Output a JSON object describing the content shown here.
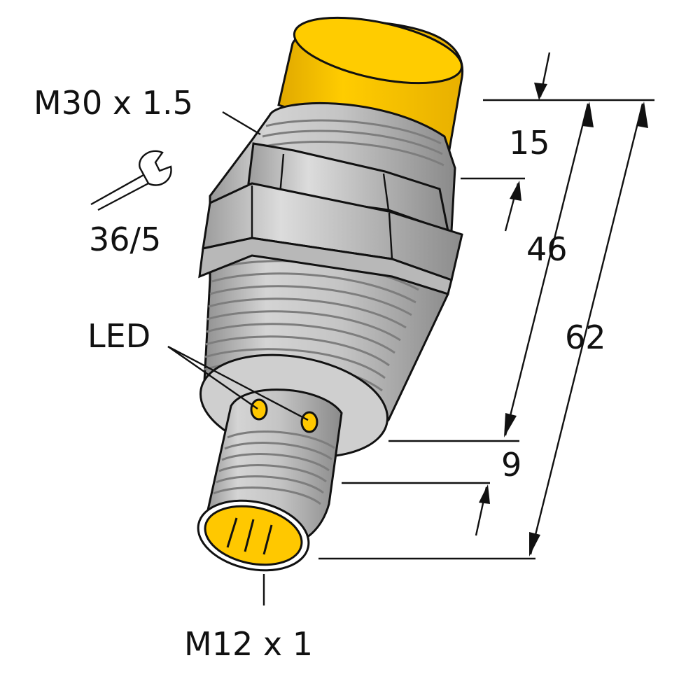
{
  "labels": {
    "thread_main": "M30 x 1.5",
    "wrench_size": "36/5",
    "led": "LED",
    "thread_connector": "M12 x 1"
  },
  "dimensions": {
    "cap_length": "15",
    "thread_length": "46",
    "connector_offset": "9",
    "total_length": "62"
  },
  "colors": {
    "cap_yellow": "#ffc800",
    "body_gray": "#c8c8c8",
    "shadow_gray": "#9a9a9a",
    "outline": "#111111"
  },
  "icons": {
    "wrench": "wrench-icon"
  }
}
